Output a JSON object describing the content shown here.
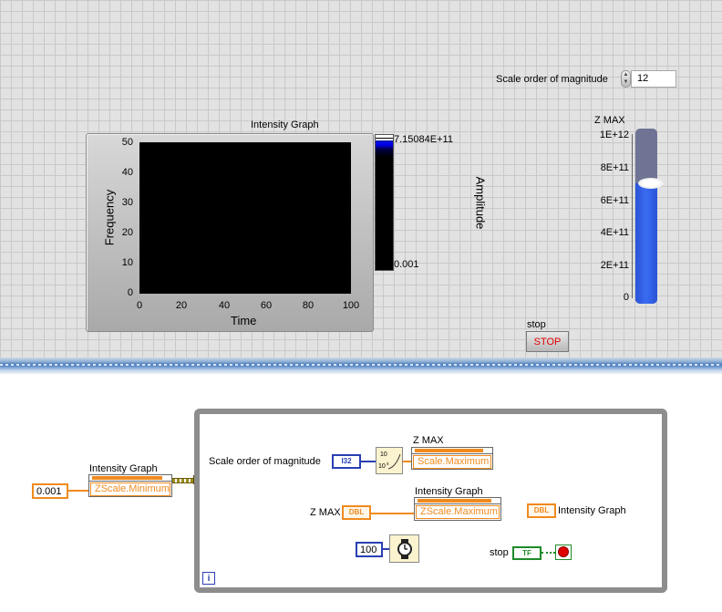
{
  "front_panel": {
    "scale_label": "Scale order of magnitude",
    "scale_value": "12",
    "graph_title": "Intensity Graph",
    "y_axis_label": "Frequency",
    "x_axis_label": "Time",
    "z_axis_label": "Amplitude",
    "y_ticks": [
      "50",
      "40",
      "30",
      "20",
      "10",
      "0"
    ],
    "x_ticks": [
      "0",
      "20",
      "40",
      "60",
      "80",
      "100"
    ],
    "ramp_max": "7.15084E+11",
    "ramp_min": "0.001",
    "zmax_label": "Z MAX",
    "zmax_ticks": [
      "1E+12",
      "8E+11",
      "6E+11",
      "4E+11",
      "2E+11",
      "0"
    ],
    "zmax_value_fraction": 0.7,
    "stop_label": "stop",
    "stop_button": "STOP"
  },
  "block_diagram": {
    "const_min": "0.001",
    "node1_title": "Intensity Graph",
    "node1_prop": "ZScale.Minimum",
    "scale_label": "Scale order of magnitude",
    "i32_tag": "I32",
    "node2_title": "Z MAX",
    "node2_prop": "Scale.Maximum",
    "zmax_label": "Z MAX",
    "dbl_tag": "DBL",
    "node3_title": "Intensity Graph",
    "node3_prop": "ZScale.Maximum",
    "graph_term_label": "Intensity Graph",
    "wait_const": "100",
    "stop_label": "stop",
    "tf_tag": "TF",
    "loop_index": "i",
    "pow_top": "10",
    "pow_bottom": "10",
    "pow_x": "x"
  },
  "colors": {
    "orange_wire": "#f08a1e",
    "blue_wire": "#2a3fb4",
    "green_wire": "#1f8a2a",
    "stop_text": "#e00000"
  }
}
